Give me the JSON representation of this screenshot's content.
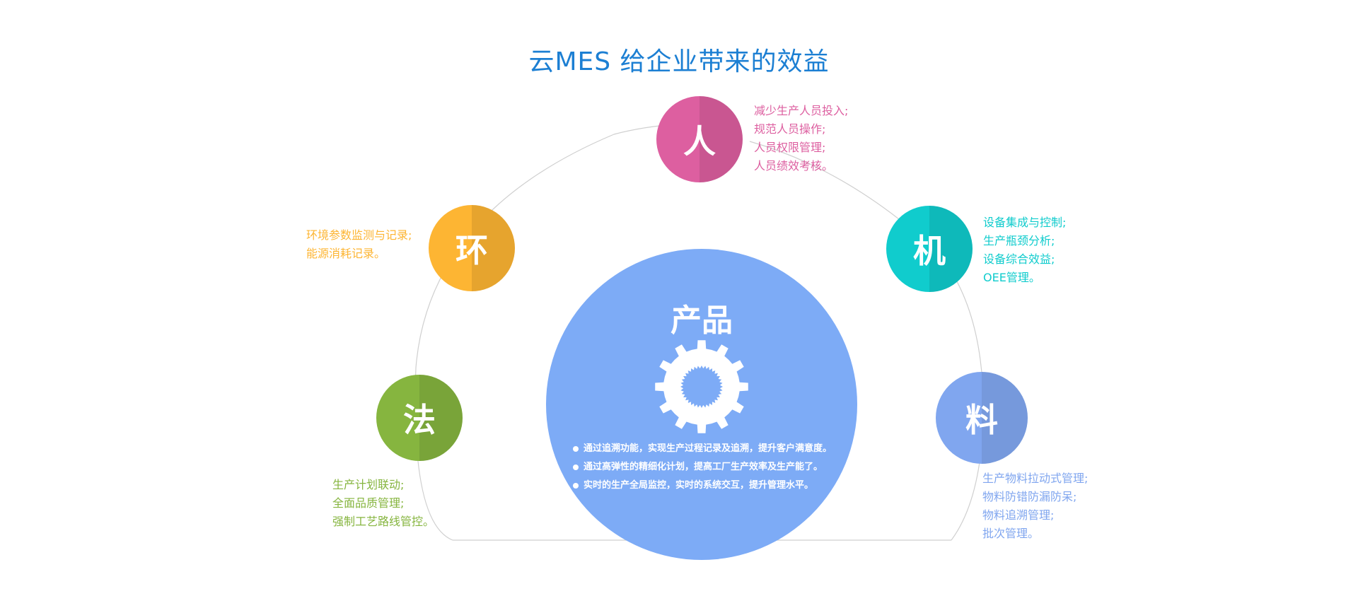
{
  "title": "云MES  给企业带来的效益",
  "colors": {
    "ren": "#dd5fa0",
    "ji": "#10cccd",
    "liao": "#80a6ef",
    "huan": "#fdb533",
    "fa": "#86b53f",
    "center": "#7dabf6",
    "title": "#1c7fd3"
  },
  "center": {
    "title": "产品",
    "icon": "gear-icon",
    "items": [
      "通过追溯功能，实现生产过程记录及追溯，提升客户满意度。",
      "通过高弹性的精细化计划，提高工厂生产效率及生产能了。",
      "实时的生产全局监控，实时的系统交互，提升管理水平。"
    ]
  },
  "nodes": {
    "ren": {
      "char": "人",
      "items": [
        "减少生产人员投入;",
        "规范人员操作;",
        "人员权限管理;",
        "人员绩效考核。"
      ]
    },
    "ji": {
      "char": "机",
      "items": [
        "设备集成与控制;",
        "生产瓶颈分析;",
        "设备综合效益;",
        "OEE管理。"
      ]
    },
    "liao": {
      "char": "料",
      "items": [
        "生产物料拉动式管理;",
        "物料防错防漏防呆;",
        "物料追溯管理;",
        "批次管理。"
      ]
    },
    "huan": {
      "char": "环",
      "items": [
        "环境参数监测与记录;",
        "能源消耗记录。"
      ]
    },
    "fa": {
      "char": "法",
      "items": [
        "生产计划联动;",
        "全面品质管理;",
        "强制工艺路线管控。"
      ]
    }
  }
}
